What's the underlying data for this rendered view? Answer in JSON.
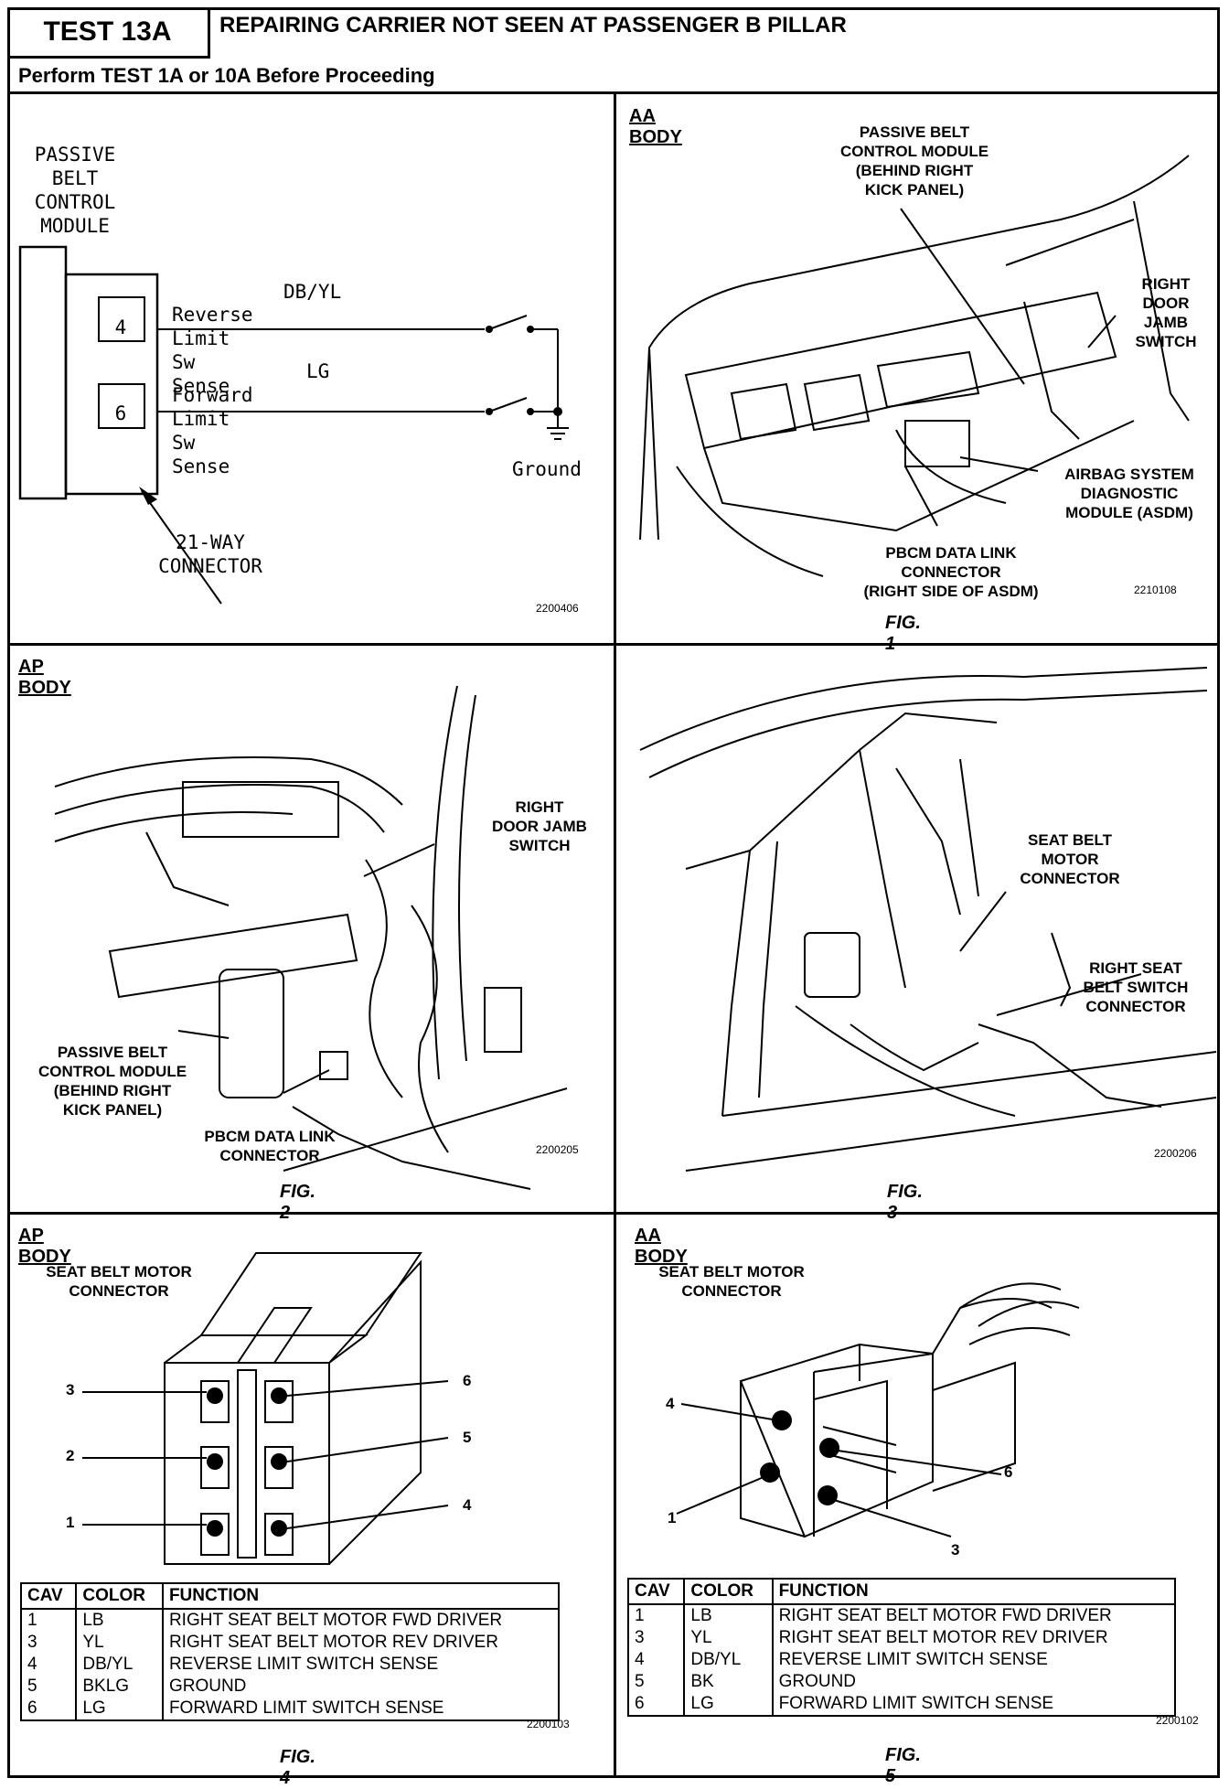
{
  "header": {
    "test_label": "TEST 13A",
    "title": "REPAIRING CARRIER NOT SEEN AT PASSENGER B PILLAR",
    "subtitle": "Perform TEST 1A or 10A Before Proceeding"
  },
  "schematic": {
    "module_label": [
      "PASSIVE",
      "BELT",
      "CONTROL",
      "MODULE"
    ],
    "pin_top": "4",
    "pin_bottom": "6",
    "wire1_color": "DB/YL",
    "wire1_name": "Reverse Limit Sw Sense",
    "wire2_color": "LG",
    "wire2_name": "Forward Limit Sw Sense",
    "ground": "Ground",
    "connector_label": [
      "21-WAY",
      "CONNECTOR"
    ],
    "code": "2200406"
  },
  "fig1": {
    "heading": "AA BODY",
    "callouts": {
      "pbcm": [
        "PASSIVE BELT",
        "CONTROL MODULE",
        "(BEHIND RIGHT",
        "KICK PANEL)"
      ],
      "door_switch": [
        "RIGHT",
        "DOOR",
        "JAMB",
        "SWITCH"
      ],
      "asdm": [
        "AIRBAG SYSTEM",
        "DIAGNOSTIC",
        "MODULE (ASDM)"
      ],
      "data_link": [
        "PBCM DATA LINK",
        "CONNECTOR",
        "(RIGHT SIDE OF ASDM)"
      ]
    },
    "code": "2210108",
    "caption": "FIG. 1"
  },
  "fig2": {
    "heading": "AP BODY",
    "callouts": {
      "door_switch": [
        "RIGHT",
        "DOOR JAMB",
        "SWITCH"
      ],
      "pbcm": [
        "PASSIVE BELT",
        "CONTROL MODULE",
        "(BEHIND RIGHT",
        "KICK PANEL)"
      ],
      "data_link": [
        "PBCM DATA LINK",
        "CONNECTOR"
      ]
    },
    "code": "2200205",
    "caption": "FIG. 2"
  },
  "fig3": {
    "callouts": {
      "motor_conn": [
        "SEAT BELT",
        "MOTOR",
        "CONNECTOR"
      ],
      "switch_conn": [
        "RIGHT SEAT",
        "BELT SWITCH",
        "CONNECTOR"
      ]
    },
    "code": "2200206",
    "caption": "FIG. 3"
  },
  "fig4": {
    "heading": "AP BODY",
    "title": [
      "SEAT BELT MOTOR",
      "CONNECTOR"
    ],
    "cavities": [
      "3",
      "2",
      "1",
      "6",
      "5",
      "4"
    ],
    "table_headers": [
      "CAV",
      "COLOR",
      "FUNCTION"
    ],
    "rows": [
      {
        "cav": "1",
        "color": "LB",
        "function": "RIGHT SEAT BELT MOTOR FWD DRIVER"
      },
      {
        "cav": "3",
        "color": "YL",
        "function": "RIGHT SEAT BELT MOTOR REV DRIVER"
      },
      {
        "cav": "4",
        "color": "DB/YL",
        "function": "REVERSE LIMIT SWITCH SENSE"
      },
      {
        "cav": "5",
        "color": "BKLG",
        "function": "GROUND"
      },
      {
        "cav": "6",
        "color": "LG",
        "function": "FORWARD LIMIT SWITCH SENSE"
      }
    ],
    "code": "2200103",
    "caption": "FIG. 4"
  },
  "fig5": {
    "heading": "AA BODY",
    "title": [
      "SEAT BELT MOTOR",
      "CONNECTOR"
    ],
    "cavities": [
      "4",
      "1",
      "6",
      "3"
    ],
    "table_headers": [
      "CAV",
      "COLOR",
      "FUNCTION"
    ],
    "rows": [
      {
        "cav": "1",
        "color": "LB",
        "function": "RIGHT SEAT BELT MOTOR FWD DRIVER"
      },
      {
        "cav": "3",
        "color": "YL",
        "function": "RIGHT SEAT BELT MOTOR REV DRIVER"
      },
      {
        "cav": "4",
        "color": "DB/YL",
        "function": "REVERSE LIMIT SWITCH SENSE"
      },
      {
        "cav": "5",
        "color": "BK",
        "function": "GROUND"
      },
      {
        "cav": "6",
        "color": "LG",
        "function": "FORWARD LIMIT SWITCH SENSE"
      }
    ],
    "code": "2200102",
    "caption": "FIG. 5"
  }
}
